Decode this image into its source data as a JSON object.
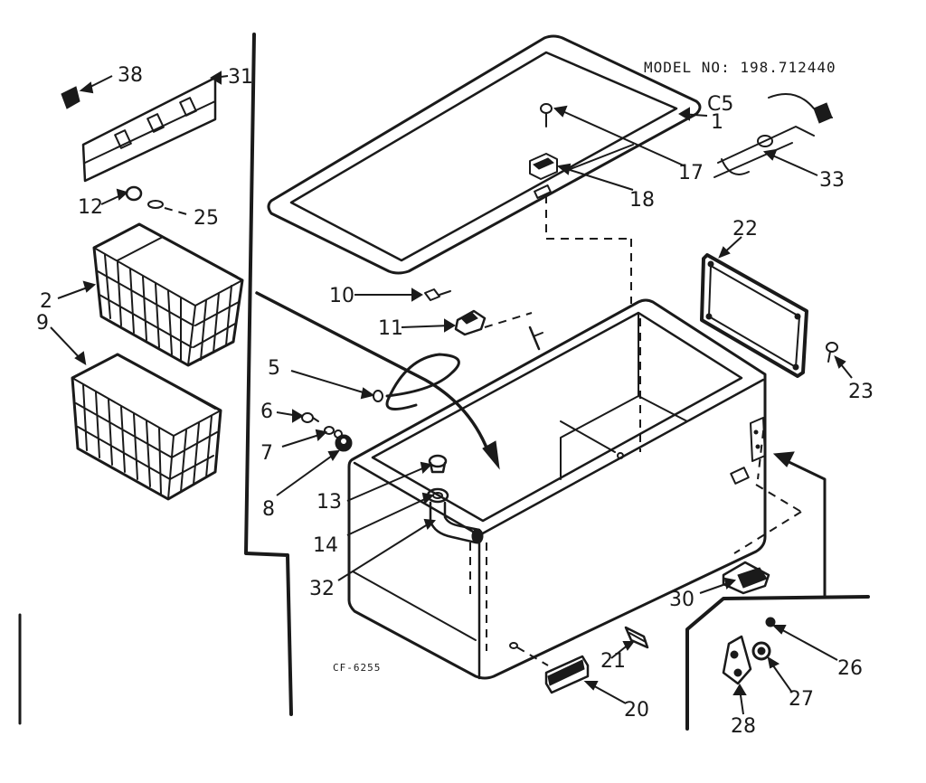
{
  "header": {
    "model_text": "MODEL NO: 198.712440",
    "code_c5": "C5"
  },
  "footer": {
    "drawing_code": "CF-6255"
  },
  "callouts": {
    "n1": "1",
    "n2": "2",
    "n5": "5",
    "n6": "6",
    "n7": "7",
    "n8": "8",
    "n9": "9",
    "n10": "10",
    "n11": "11",
    "n12": "12",
    "n13": "13",
    "n14": "14",
    "n17": "17",
    "n18": "18",
    "n20": "20",
    "n21": "21",
    "n22": "22",
    "n23": "23",
    "n25": "25",
    "n26": "26",
    "n27": "27",
    "n28": "28",
    "n30": "30",
    "n31": "31",
    "n32": "32",
    "n33": "33",
    "n38": "38"
  }
}
